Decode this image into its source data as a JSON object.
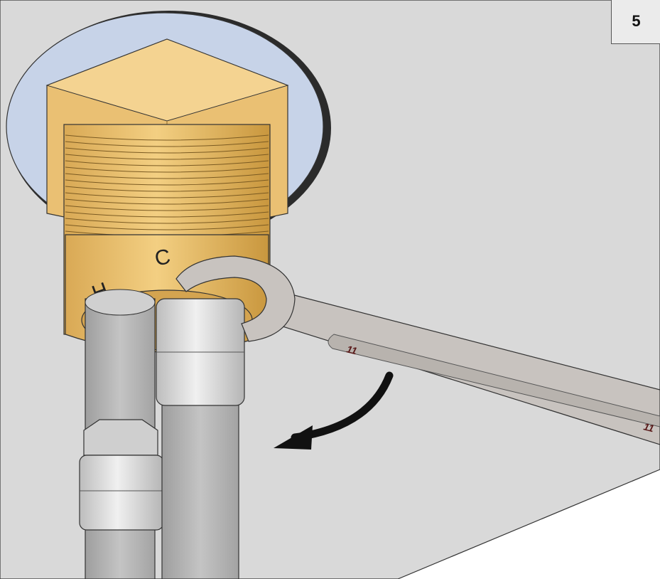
{
  "step": {
    "number": "5"
  },
  "markings": {
    "hot": "H",
    "cold": "C",
    "wrench_size_near": "11",
    "wrench_size_far": "11"
  },
  "colors": {
    "ceiling": "#d9d9d9",
    "brass": "#f0c878",
    "brass_dark": "#c99a45",
    "flange": "#c7d3e8",
    "pipe": "#b9b9b9",
    "fitting": "#d9d9d9",
    "wrench": "#c8c3bf",
    "arrow": "#111111"
  },
  "icons": {
    "rotation_arrow": "curved-arrow-icon"
  }
}
